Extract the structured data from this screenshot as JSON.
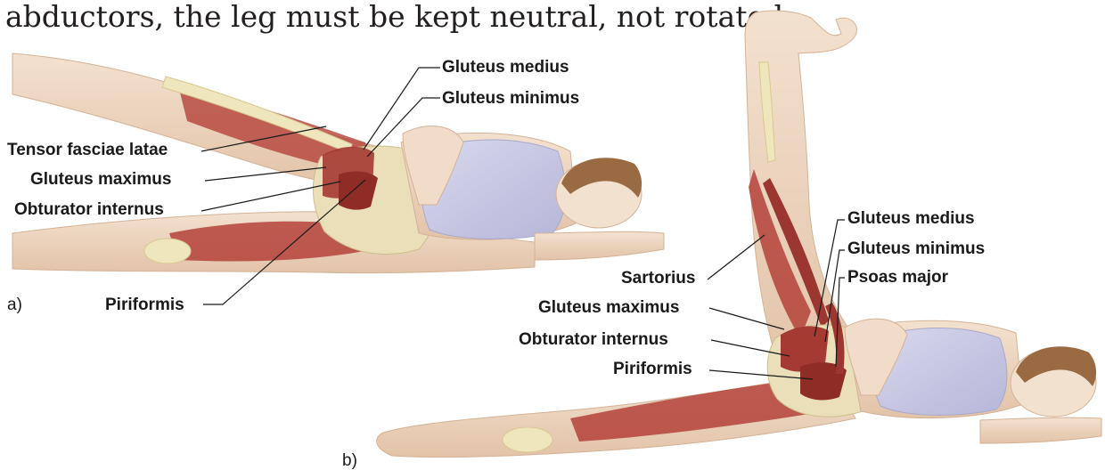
{
  "caption": {
    "line_cut": "",
    "line_full": "abductors, the leg must be kept neutral, not rotated."
  },
  "figure_a": {
    "letter": "a)",
    "labels": {
      "gluteus_medius": "Gluteus medius",
      "gluteus_minimus": "Gluteus minimus",
      "tensor_fasciae_latae": "Tensor fasciae latae",
      "gluteus_maximus": "Gluteus maximus",
      "obturator_internus": "Obturator internus",
      "piriformis": "Piriformis"
    }
  },
  "figure_b": {
    "letter": "b)",
    "labels": {
      "gluteus_medius": "Gluteus medius",
      "gluteus_minimus": "Gluteus minimus",
      "psoas_major": "Psoas major",
      "sartorius": "Sartorius",
      "gluteus_maximus": "Gluteus maximus",
      "obturator_internus": "Obturator internus",
      "piriformis": "Piriformis"
    }
  },
  "colors": {
    "skin": "#f1dcc9",
    "skin_shadow": "#e3c6ad",
    "muscle": "#b4423a",
    "muscle_dark": "#8e2c26",
    "bone": "#efe6bd",
    "shirt": "#c9c9e4",
    "hair": "#9a6a42"
  }
}
